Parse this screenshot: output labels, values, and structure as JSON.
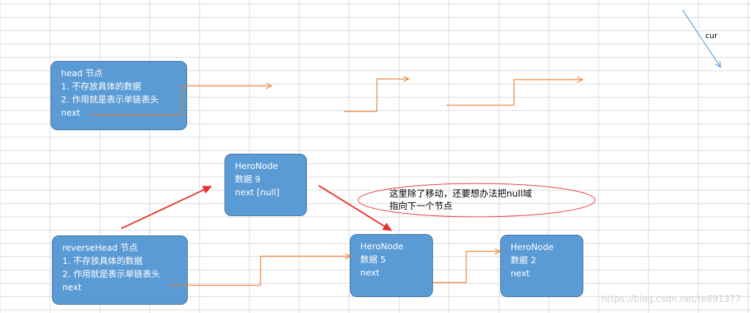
{
  "nodes": {
    "head": {
      "line1": "head 节点",
      "line2": "1. 不存放具体的数据",
      "line3": "2. 作用就是表示单链表头",
      "line4": "next"
    },
    "reverse_head": {
      "line1": "reverseHead 节点",
      "line2": "1. 不存放具体的数据",
      "line3": "2. 作用就是表示单链表头",
      "line4": "next"
    },
    "node9": {
      "line1": "HeroNode",
      "line2": "数据 9",
      "line3": "next [null]"
    },
    "node5": {
      "line1": "HeroNode",
      "line2": "数据 5",
      "line3": "next"
    },
    "node2": {
      "line1": "HeroNode",
      "line2": "数据 2",
      "line3": "next"
    }
  },
  "note": {
    "line1": "这里除了移动，还要想办法把null域",
    "line2": "指向下一个节点"
  },
  "cur_label": "cur",
  "watermark": "https://blog.csdn.net/re891377",
  "colors": {
    "node_fill": "#5b9bd5",
    "node_border": "#41719c",
    "orange_arrow": "#ed7d31",
    "red_arrow": "#e8302a",
    "cur_arrow": "#5b9bd5",
    "grid": "#d9d9d9"
  }
}
